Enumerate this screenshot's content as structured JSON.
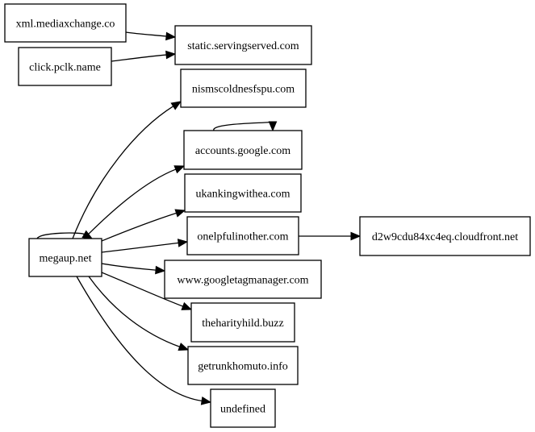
{
  "graph": {
    "nodes": [
      {
        "id": "xml",
        "label": "xml.mediaxchange.co"
      },
      {
        "id": "static",
        "label": "static.servingserved.com"
      },
      {
        "id": "click",
        "label": "click.pclk.name"
      },
      {
        "id": "nisms",
        "label": "nismscoldnesfspu.com"
      },
      {
        "id": "accounts",
        "label": "accounts.google.com"
      },
      {
        "id": "ukanking",
        "label": "ukankingwithea.com"
      },
      {
        "id": "onelpful",
        "label": "onelpfulinother.com"
      },
      {
        "id": "d2w",
        "label": "d2w9cdu84xc4eq.cloudfront.net"
      },
      {
        "id": "megaup",
        "label": "megaup.net"
      },
      {
        "id": "gtm",
        "label": "www.googletagmanager.com"
      },
      {
        "id": "tharity",
        "label": "theharityhild.buzz"
      },
      {
        "id": "getrunk",
        "label": "getrunkhomuto.info"
      },
      {
        "id": "undef",
        "label": "undefined"
      }
    ],
    "edges": [
      {
        "from": "xml",
        "to": "static"
      },
      {
        "from": "click",
        "to": "static"
      },
      {
        "from": "accounts",
        "to": "accounts"
      },
      {
        "from": "megaup",
        "to": "megaup"
      },
      {
        "from": "megaup",
        "to": "nisms"
      },
      {
        "from": "megaup",
        "to": "accounts"
      },
      {
        "from": "megaup",
        "to": "ukanking"
      },
      {
        "from": "megaup",
        "to": "onelpful"
      },
      {
        "from": "megaup",
        "to": "gtm"
      },
      {
        "from": "megaup",
        "to": "tharity"
      },
      {
        "from": "megaup",
        "to": "getrunk"
      },
      {
        "from": "megaup",
        "to": "undef"
      },
      {
        "from": "onelpful",
        "to": "d2w"
      }
    ]
  }
}
